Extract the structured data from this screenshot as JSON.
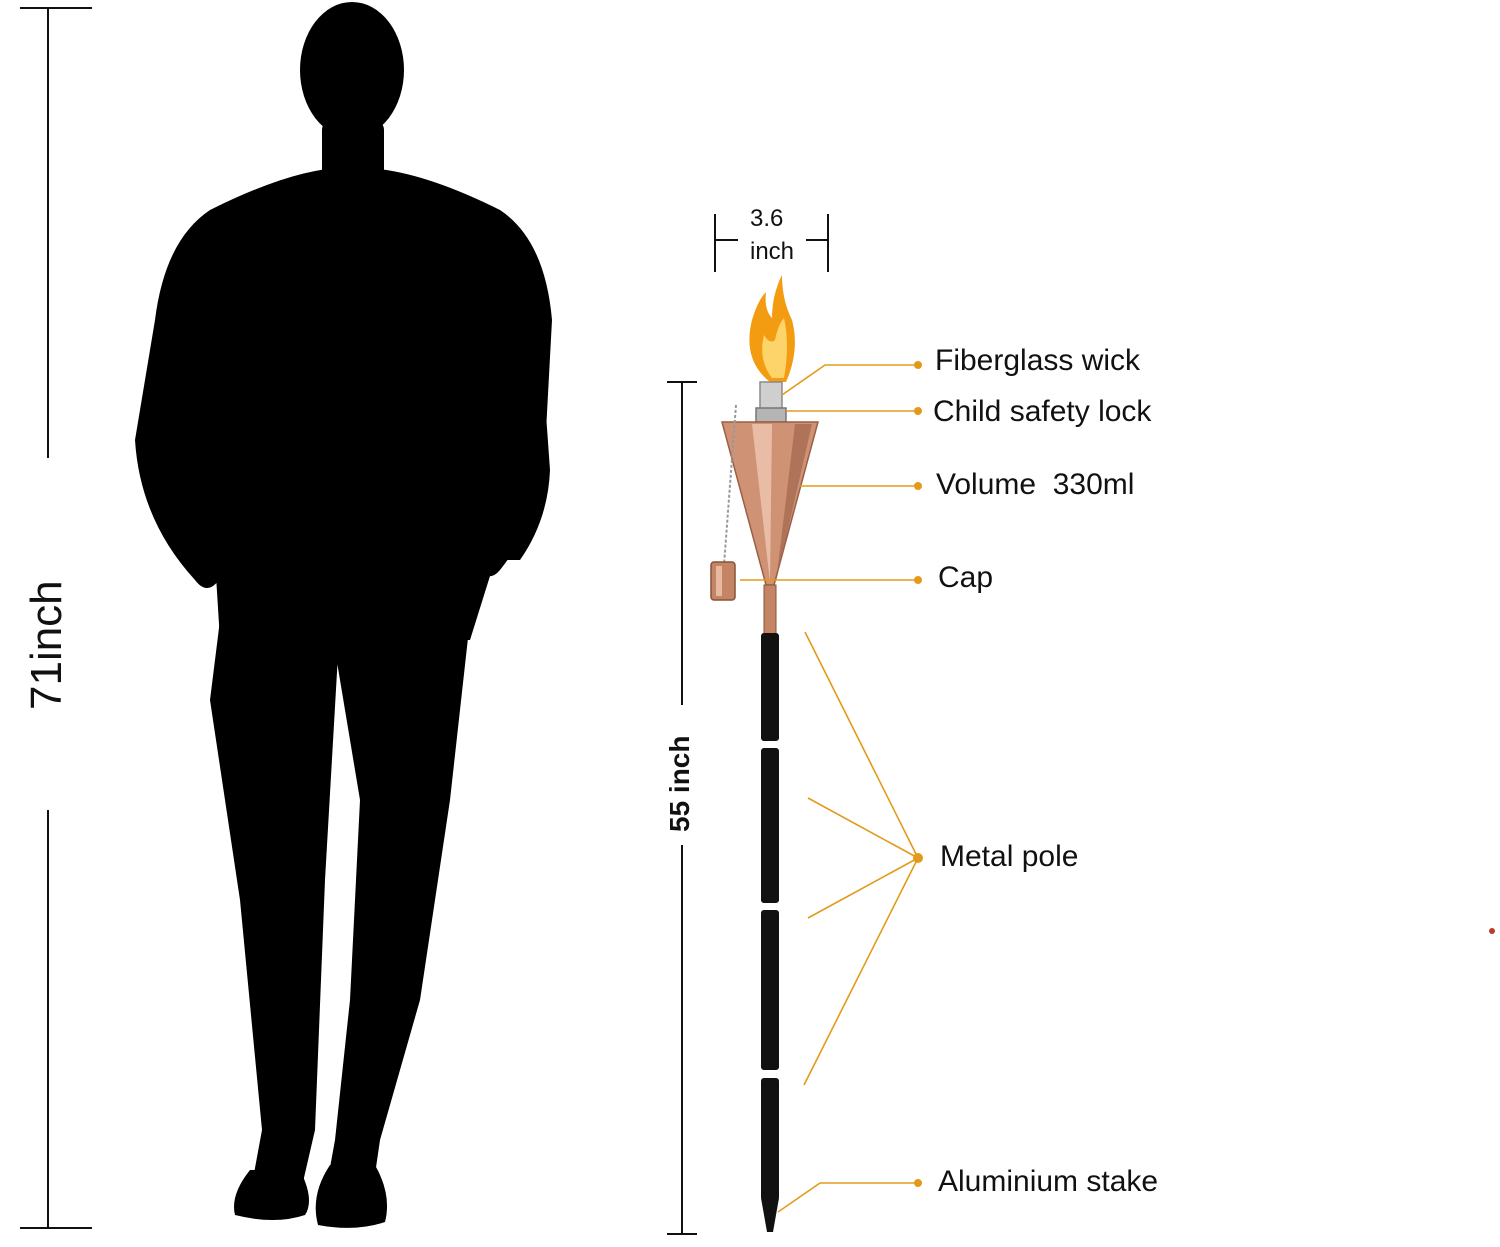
{
  "dimensions": {
    "person_height": "71inch",
    "torch_height": "55 inch",
    "head_width_value": "3.6",
    "head_width_unit": "inch"
  },
  "callouts": [
    {
      "key": "wick",
      "label": "Fiberglass wick"
    },
    {
      "key": "lock",
      "label": "Child safety lock"
    },
    {
      "key": "volume",
      "label": "Volume  330ml"
    },
    {
      "key": "cap",
      "label": "Cap"
    },
    {
      "key": "pole",
      "label": "Metal pole"
    },
    {
      "key": "stake",
      "label": "Aluminium stake"
    }
  ],
  "colors": {
    "leader_line": "#e39a1a",
    "silhouette": "#000000",
    "copper": "#c98a6a",
    "pole": "#111111",
    "flame": "#f5a623",
    "red_dot": "#c0392b"
  }
}
